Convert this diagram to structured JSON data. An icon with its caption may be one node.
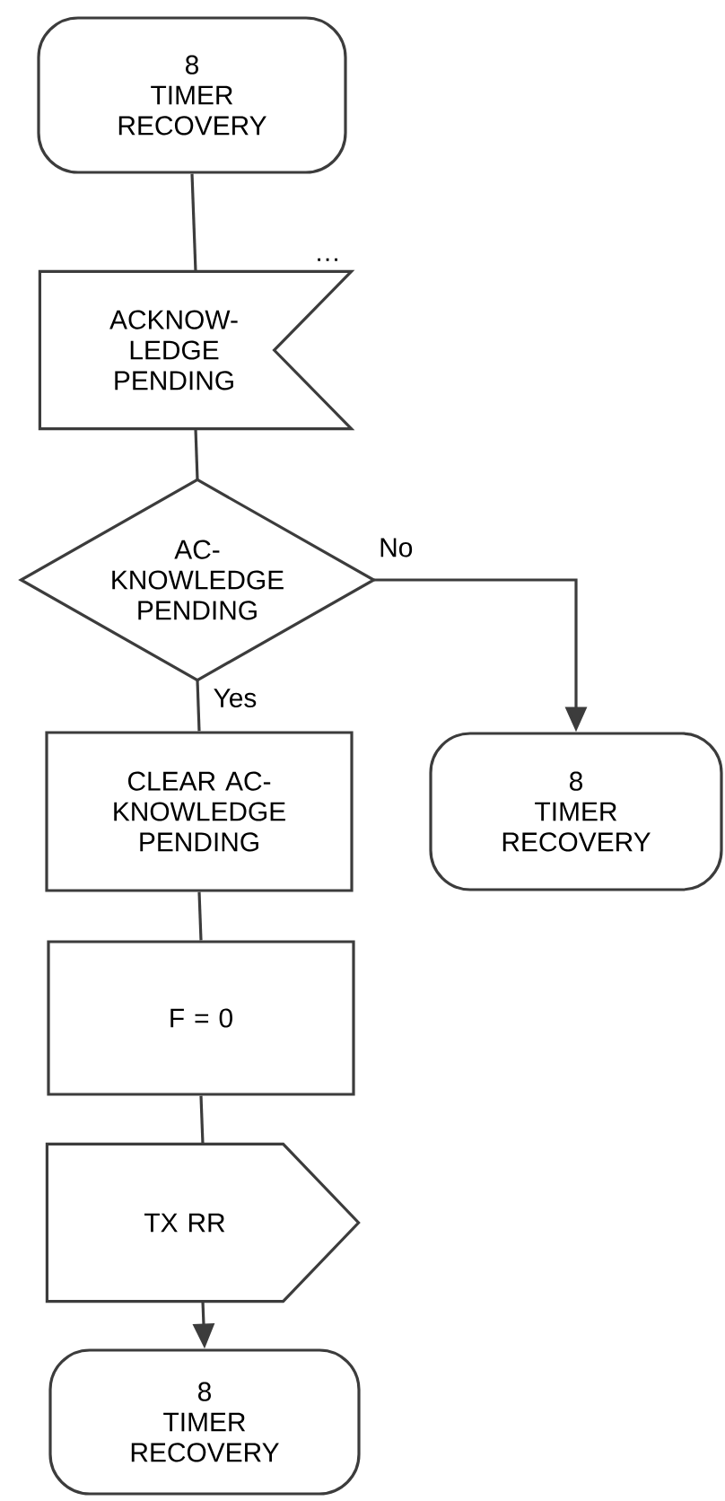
{
  "diagram": {
    "nodes": [
      {
        "text": [
          "8",
          "TIMER RECOVERY"
        ]
      },
      {
        "text": [
          "ACKNOW- LEDGE PENDING"
        ],
        "beside": [
          "…"
        ]
      },
      {
        "text": [
          "AC- KNOWLEDGE PENDING"
        ]
      },
      {
        "text": [
          "CLEAR AC- KNOWLEDGE PENDING"
        ]
      },
      {
        "text": [
          "F = 0"
        ]
      },
      {
        "text": [
          "TX RR"
        ]
      },
      {
        "text": [
          "8",
          "TIMER RECOVERY"
        ]
      },
      {
        "text": [
          "8",
          "TIMER RECOVERY"
        ]
      }
    ],
    "edges": [
      {
        "from": 0,
        "to": 1,
        "arrow": "none"
      },
      {
        "from": 1,
        "to": 2,
        "arrow": "none"
      },
      {
        "from": 2,
        "to": 6,
        "arrow": "to",
        "label": "No"
      },
      {
        "from": 2,
        "to": 3,
        "arrow": "none",
        "label": "Yes"
      },
      {
        "from": 3,
        "to": 4,
        "arrow": "none"
      },
      {
        "from": 4,
        "to": 5,
        "arrow": "none"
      },
      {
        "from": 5,
        "to": 7,
        "arrow": "to"
      }
    ]
  }
}
